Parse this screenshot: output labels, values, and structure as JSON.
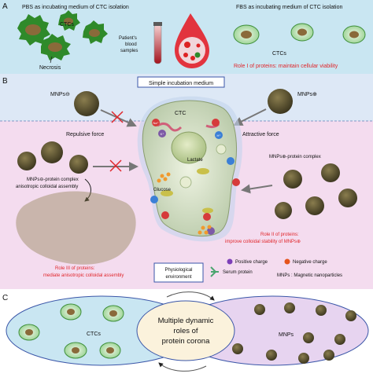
{
  "panel_a": {
    "letter": "A",
    "pbs_title": "PBS as incubating medium of CTC isolation",
    "fbs_title": "FBS as incubating medium of CTC isolation",
    "ctcs_label": "CTCs",
    "necrosis_label": "Necrosis",
    "blood_label_1": "Patient's",
    "blood_label_2": "blood",
    "blood_label_3": "samples",
    "ctcs_label_right": "CTCs",
    "role1": "Role I of proteins: maintain cellular viability"
  },
  "panel_b": {
    "letter": "B",
    "medium_box": "Simple incubation medium",
    "mnps_neg": "MNPs⊖",
    "mnps_pos": "MNPs⊕",
    "ctc_label": "CTC",
    "repulsive": "Repulsive force",
    "attractive": "Attractive force",
    "neg_complex_1": "MNPs⊖-protein complex",
    "neg_complex_2": "anisotropic colloidal assembly",
    "pos_complex": "MNPs⊕-protein complex",
    "glucose": "Glucose",
    "lactate": "Lactate",
    "role2_1": "Role II of proteins:",
    "role2_2": "improve colloidal stability of MNPs⊕",
    "role3_1": "Role III of proteins:",
    "role3_2": "mediate anisotropic colloidal assembly",
    "phys_1": "Physiological",
    "phys_2": "environment",
    "legend_pos": "Positive charge",
    "legend_neg": "Negative charge",
    "legend_serum": "Serum protein",
    "legend_mnps": "MNPs : Magnetic nanoparticles",
    "ion_na": "Na⁺",
    "ion_k": "K⁺",
    "ion_h": "H⁺"
  },
  "panel_c": {
    "letter": "C",
    "center_1": "Multiple  dynamic",
    "center_2": "roles of",
    "center_3": "protein corona",
    "ctcs_label": "CTCs",
    "mnps_label": "MNPs"
  },
  "colors": {
    "panel_a_bg": "#c9e6f2",
    "panel_b_top_bg": "#dde8f6",
    "panel_b_bottom_bg": "#f4dcef",
    "red_text": "#e0262b",
    "mnp_core": "#5a5232",
    "necrotic_green": "#2f8a2a"
  }
}
